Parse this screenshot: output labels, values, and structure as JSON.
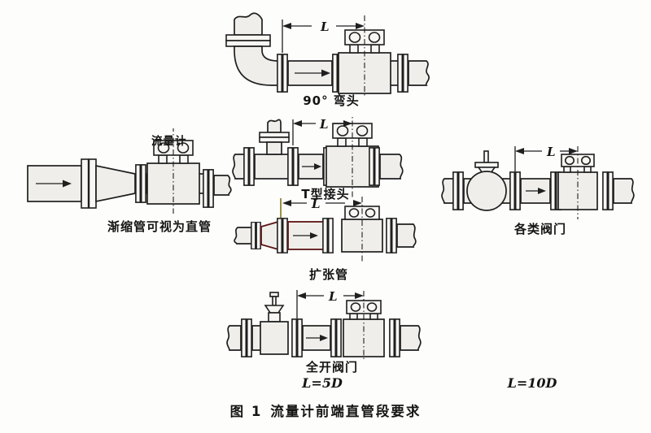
{
  "figure": {
    "caption_prefix": "图 1",
    "caption_text": "流量计前端直管段要求",
    "dim_label": "L",
    "meter_label": "流量计",
    "diagrams": [
      {
        "id": "elbow",
        "label": "90° 弯头"
      },
      {
        "id": "reducer",
        "label": "渐缩管可视为直管"
      },
      {
        "id": "tee",
        "label": "T型接头"
      },
      {
        "id": "expander",
        "label": "扩张管"
      },
      {
        "id": "open-valve",
        "label": "全开阀门",
        "note": "L=5D"
      },
      {
        "id": "valves",
        "label": "各类阀门",
        "note": "L=10D"
      }
    ],
    "colors": {
      "line": "#1f1f1f",
      "pipe_fill": "#efeeea",
      "expander_accent": "#5c1414",
      "extension_line_accent": "#857318",
      "background": "#fdfdfc"
    }
  }
}
